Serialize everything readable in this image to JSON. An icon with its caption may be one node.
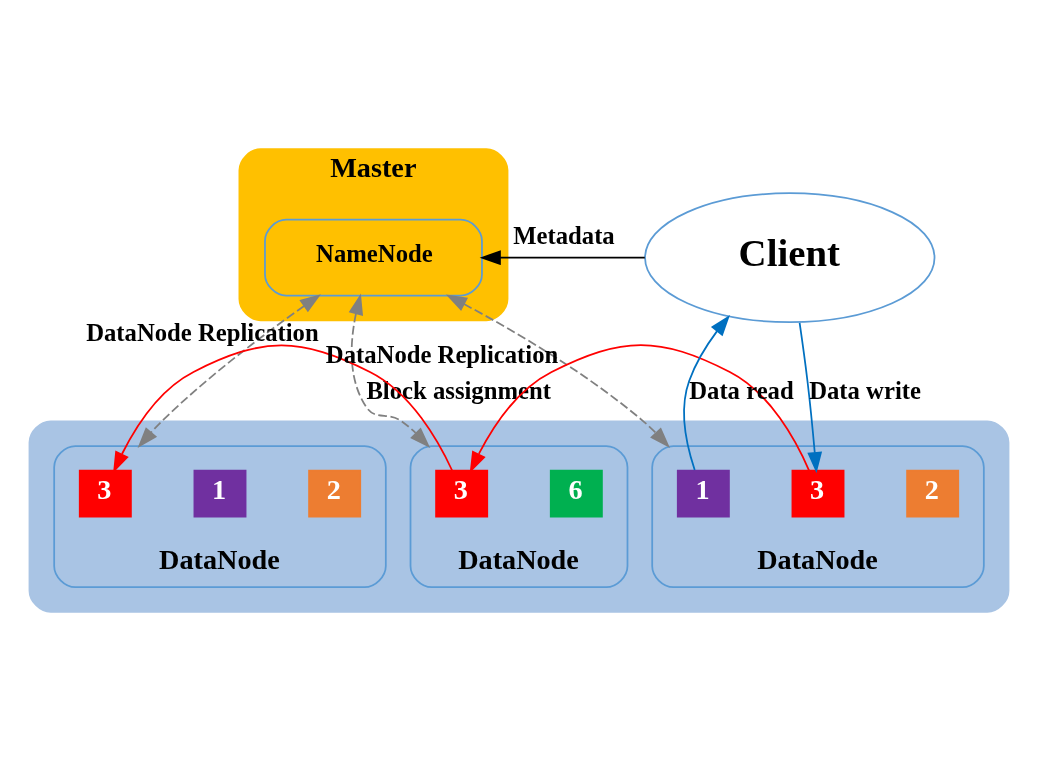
{
  "diagram": {
    "nodes": [
      {
        "text": [
          "Master"
        ]
      },
      {
        "text": [
          "NameNode"
        ],
        "in": 0
      },
      {
        "text": [
          "Client"
        ]
      },
      {
        "text": [],
        "shape": "box"
      },
      {
        "text": [
          "DataNode"
        ],
        "in": 3
      },
      {
        "text": [
          "1"
        ],
        "in": 4
      },
      {
        "text": [
          "3"
        ],
        "in": 4
      },
      {
        "text": [
          "2"
        ],
        "in": 4
      },
      {
        "text": [
          "DataNode"
        ],
        "in": 3
      },
      {
        "text": [
          "3"
        ],
        "in": 8
      },
      {
        "text": [
          "6"
        ],
        "in": 8
      },
      {
        "text": [
          "DataNode"
        ],
        "in": 3
      },
      {
        "text": [
          "3"
        ],
        "in": 11
      },
      {
        "text": [
          "1"
        ],
        "in": 11
      },
      {
        "text": [
          "2"
        ],
        "in": 11
      }
    ],
    "edges": [
      {
        "from": 2,
        "to": 1,
        "arrow": "to",
        "label": "Metadata",
        "color": "#000000"
      },
      {
        "from": 1,
        "to": 4,
        "arrow": "both",
        "style": "dashed",
        "color": "#808080"
      },
      {
        "from": 1,
        "to": 8,
        "arrow": "both",
        "style": "dashed",
        "color": "#808080",
        "label": "Block assignment"
      },
      {
        "from": 1,
        "to": 11,
        "arrow": "both",
        "style": "dashed",
        "color": "#808080"
      },
      {
        "from": 5,
        "to": 2,
        "arrow": "to",
        "label": "Data read",
        "color": "#0070c0"
      },
      {
        "from": 2,
        "to": 6,
        "arrow": "to",
        "label": "Data write",
        "color": "#0070c0"
      },
      {
        "from": 6,
        "to": 9,
        "arrow": "to",
        "label": "DataNode Replication",
        "color": "#ff0000"
      },
      {
        "from": 9,
        "to": 12,
        "arrow": "to",
        "label": "DataNode Replication",
        "color": "#ff0000"
      }
    ]
  }
}
